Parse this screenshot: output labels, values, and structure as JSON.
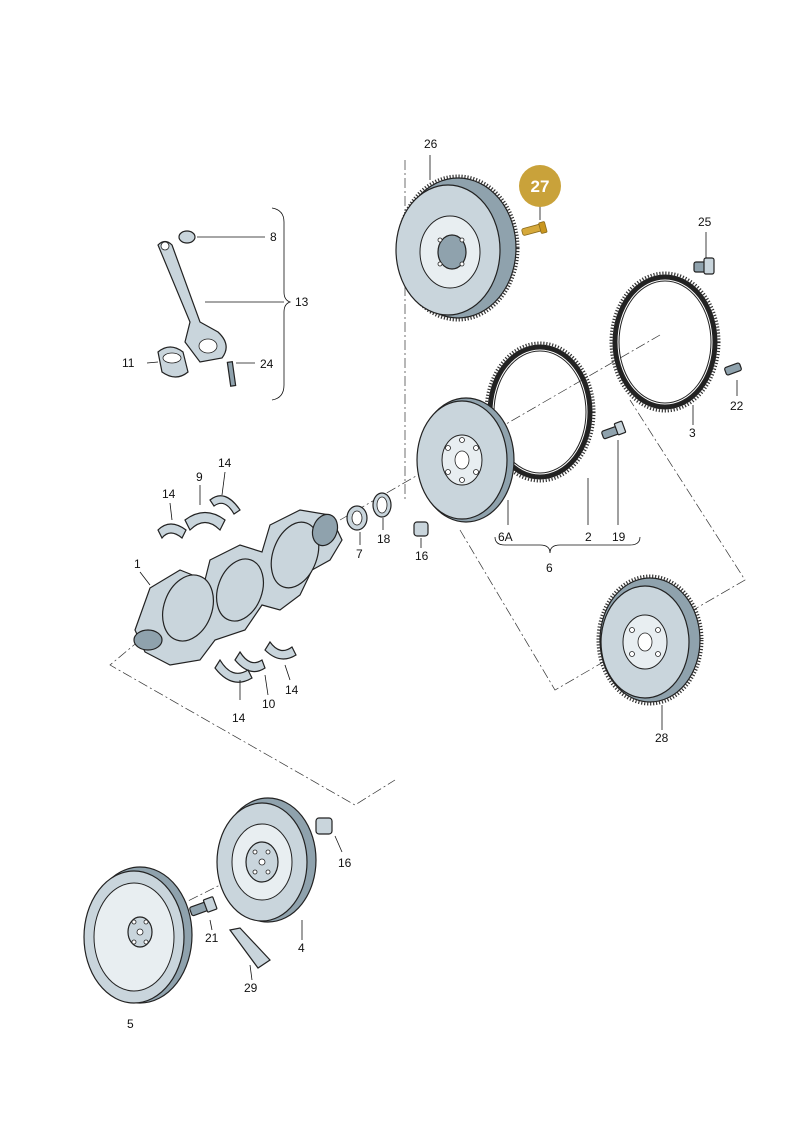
{
  "callouts": {
    "p1": "1",
    "p2": "2",
    "p3": "3",
    "p4": "4",
    "p5": "5",
    "p6": "6",
    "p6a": "6A",
    "p7": "7",
    "p8": "8",
    "p9": "9",
    "p10": "10",
    "p11": "11",
    "p13": "13",
    "p14a": "14",
    "p14b": "14",
    "p14c": "14",
    "p14d": "14",
    "p16a": "16",
    "p16b": "16",
    "p18": "18",
    "p19": "19",
    "p21": "21",
    "p22": "22",
    "p24": "24",
    "p25": "25",
    "p26": "26",
    "p27": "27",
    "p28": "28",
    "p29": "29"
  },
  "colors": {
    "highlight_badge": "#c9a23a",
    "part_fill": "#c9d5dc"
  }
}
